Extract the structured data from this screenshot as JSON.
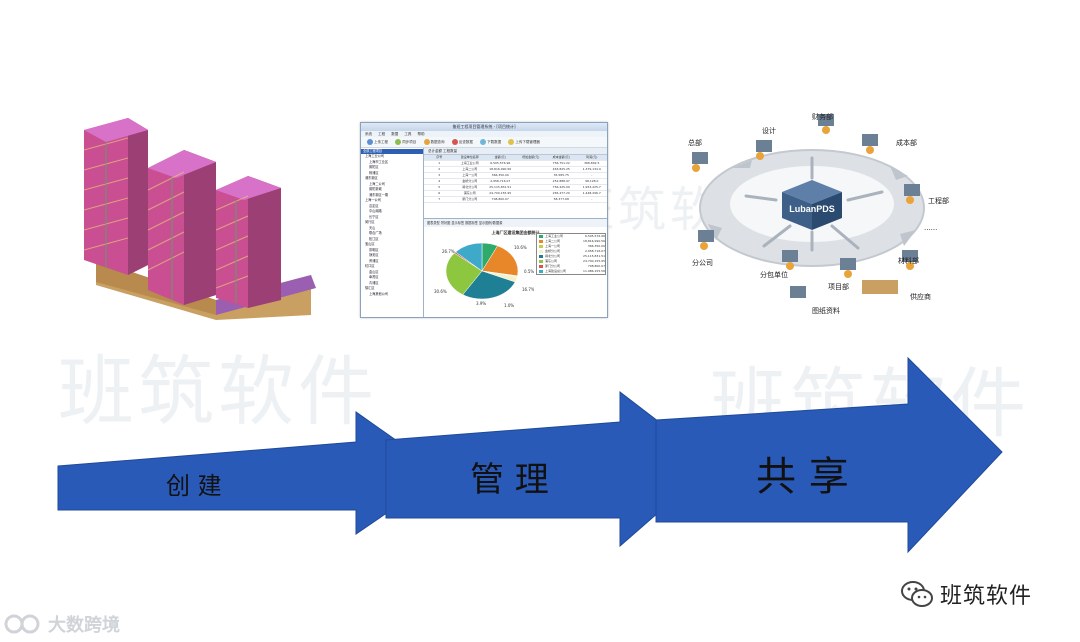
{
  "watermark": {
    "text": "班筑软件"
  },
  "steps": [
    {
      "label": "创 建"
    },
    {
      "label": "管 理"
    },
    {
      "label": "共 享"
    }
  ],
  "software": {
    "window_title": "鲁班工程项目管理系统 - [项目统计]",
    "menu": "系统  工程  数据  工具  帮助",
    "toolbar": [
      "上传工程",
      "同步项目",
      "数据查询",
      "反查数据",
      "下载数据",
      "上传下载管理器"
    ],
    "tree": [
      "全部工程项目",
      "上海工业公司",
      "上海市工业区",
      "普陀区",
      "杨浦区",
      "浦东新区",
      "上海二公司",
      "普陀新城",
      "浦东新区一期",
      "上海一公司",
      "嘉定区",
      "中山南路",
      "长宁区",
      "闵行区",
      "天山",
      "联合广场",
      "松江区",
      "宝山区",
      "崇明区",
      "静安区",
      "黄浦区",
      "虹口区",
      "金山区",
      "奉贤区",
      "青浦区",
      "徐汇区",
      "上海其他公司"
    ],
    "tabs": "总计金额   工程数量",
    "grid_head": [
      "序号",
      "建设单位名称",
      "金额(元)",
      "增加金额(元)",
      "成本金额(元)",
      "利润(元)"
    ],
    "grid_rows": [
      [
        "1",
        "上海工业公司",
        "6,505,576.96",
        "",
        "756,751.22",
        "368,802.5"
      ],
      [
        "2",
        "上海二公司",
        "18,816,990.56",
        "",
        "463,825.25",
        "1,379,134.9"
      ],
      [
        "3",
        "上海一公司",
        "366,350.00",
        "",
        "35,585.75",
        "-"
      ],
      [
        "4",
        "金桥分公司",
        "2,958,716.07",
        "",
        "252,888.97",
        "98,128.0"
      ],
      [
        "5",
        "闸北分公司",
        "25,115,831.51",
        "",
        "756,425.09",
        "1,953,225.7"
      ],
      [
        "6",
        "浦东公司",
        "24,700,155.95",
        "",
        "265,477.20",
        "1,448,296.7"
      ],
      [
        "7",
        "厦门分公司",
        "708,800.07",
        "",
        "58,377.68",
        "-"
      ]
    ],
    "chart_toolbar": "图表类型  饼状图    显示标签   数据标签   显示图例/数据源",
    "chart_title": "上海厂区建设集团金额统计",
    "legend": [
      {
        "name": "上海工业公司",
        "value": "6,505,576.96",
        "color": "#2eaa6b"
      },
      {
        "name": "上海二公司",
        "value": "18,816,990.56",
        "color": "#e8862a"
      },
      {
        "name": "上海一公司",
        "value": "366,350.00",
        "color": "#c9c94b"
      },
      {
        "name": "金桥分公司",
        "value": "2,958,716.07",
        "color": "#f4f0c8"
      },
      {
        "name": "闸北分公司",
        "value": "25,115,831.51",
        "color": "#1f7f94"
      },
      {
        "name": "浦东公司",
        "value": "24,700,155.95",
        "color": "#8dc63f"
      },
      {
        "name": "厦门分公司",
        "value": "708,800.07",
        "color": "#d9534f"
      },
      {
        "name": "上海建设总公司",
        "value": "11,986,155.56",
        "color": "#3fa9c9"
      }
    ],
    "pie_labels": [
      "26.7%",
      "10.6%",
      "16.7%",
      "30.6%",
      "3.9%",
      "1.0%",
      "0.5%"
    ]
  },
  "luban": {
    "center": "LubanPDS",
    "nodes": [
      "设计",
      "财务部",
      "总部",
      "成本部",
      "工程部",
      "......",
      "分公司",
      "材料部",
      "分包单位",
      "项目部",
      "供应商",
      "图纸资料"
    ]
  },
  "badge": {
    "text": "班筑软件"
  },
  "corner": {
    "text": "大数跨境"
  },
  "colors": {
    "arrow": "#2a5ab8",
    "arrow_edge": "#1e4a99"
  }
}
